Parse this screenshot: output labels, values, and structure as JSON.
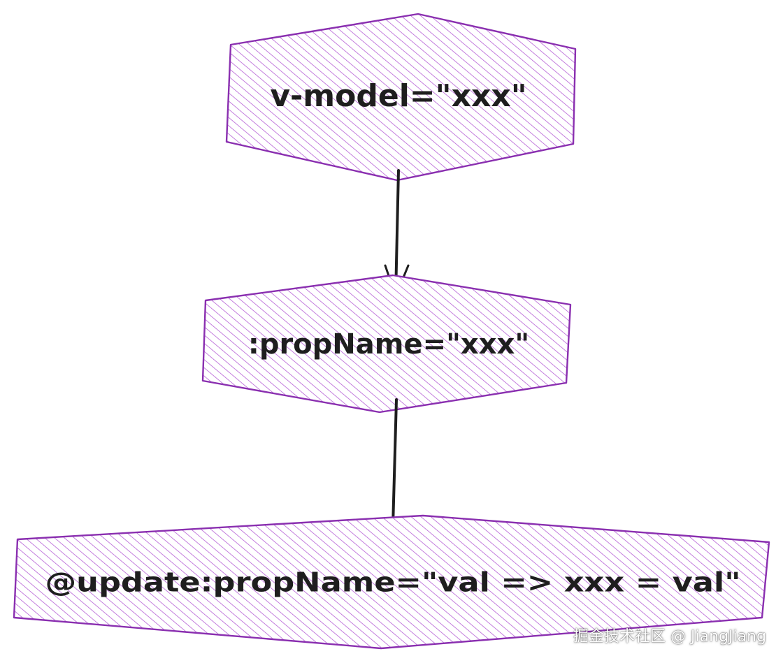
{
  "diagram": {
    "nodes": [
      {
        "id": "vmodel",
        "label": "v-model=\"xxx\""
      },
      {
        "id": "prop",
        "label": ":propName=\"xxx\""
      },
      {
        "id": "update",
        "label": "@update:propName=\"val => xxx = val\""
      }
    ],
    "edges": [
      {
        "from": "vmodel",
        "to": "prop"
      },
      {
        "from": "prop",
        "to": "update"
      }
    ],
    "colors": {
      "shape_stroke": "#8a2fb0",
      "hatch": "#b55fd6",
      "text": "#1e1e1e",
      "arrow": "#1e1e1e"
    }
  },
  "watermark": "掘金技术社区 @ JiangJiang"
}
